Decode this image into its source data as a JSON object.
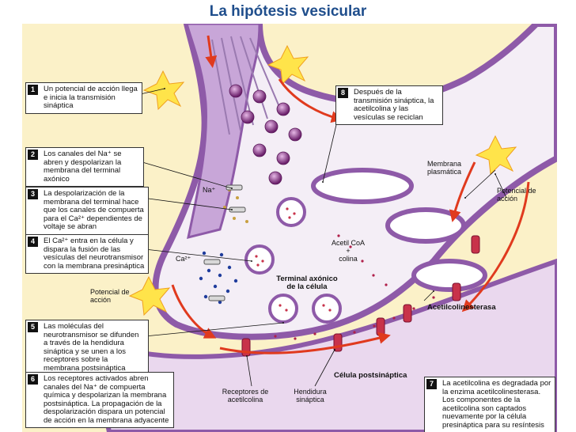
{
  "title": "La hipótesis vesicular",
  "steps": [
    {
      "num": "1",
      "text": "Un potencial de acción llega e inicia la transmisión sináptica"
    },
    {
      "num": "2",
      "text": "Los canales del Na⁺ se abren y despolarizan la membrana del terminal axónico"
    },
    {
      "num": "3",
      "text": "La despolarización de la membrana del terminal hace que los canales de compuerta para el Ca²⁺ dependientes de voltaje se abran"
    },
    {
      "num": "4",
      "text": "El Ca²⁺ entra en la célula y dispara la fusión de las vesículas del neurotransmisor con la membrana presináptica"
    },
    {
      "num": "5",
      "text": "Las moléculas del neurotransmisor se difunden a través de la hendidura sináptica y se unen a los receptores sobre la membrana postsináptica"
    },
    {
      "num": "6",
      "text": "Los receptores activados abren canales del Na⁺ de compuerta química y despolarizan la membrana postsináptica. La propagación de la despolarización dispara un potencial de acción en la membrana adyacente"
    },
    {
      "num": "7",
      "text": "La acetilcolina es degradada por la enzima acetilcolinesterasa. Los componentes de la acetilcolina son captados nuevamente por la célula presináptica para su resíntesis"
    },
    {
      "num": "8",
      "text": "Después de la transmisión sináptica, la acetilcolina y las vesículas se reciclan"
    }
  ],
  "labels": {
    "na": "Na⁺",
    "ca": "Ca²⁺",
    "potencial_left": "Potencial de acción",
    "potencial_right": "Potencial de acción",
    "membrana": "Membrana plasmática",
    "acetil": "Acetil CoA",
    "plus": "+",
    "colina": "colina",
    "terminal": "Terminal axónico de la célula",
    "acetilcolinesterasa": "Acetilcolinesterasa",
    "postsinaptica": "Célula postsináptica",
    "receptores": "Receptores de acetilcolina",
    "hendidura": "Hendidura sináptica"
  },
  "colors": {
    "title": "#1f4e8c",
    "background": "#fbf1c8",
    "axon": "#c8a6d8",
    "membrane": "#8e5aa8",
    "postsynaptic": "#e9dcef",
    "arrow": "#e03a1e",
    "vesicle": "#8a3a8a",
    "receptor": "#c8324a",
    "calcium": "#1f3c9c"
  }
}
